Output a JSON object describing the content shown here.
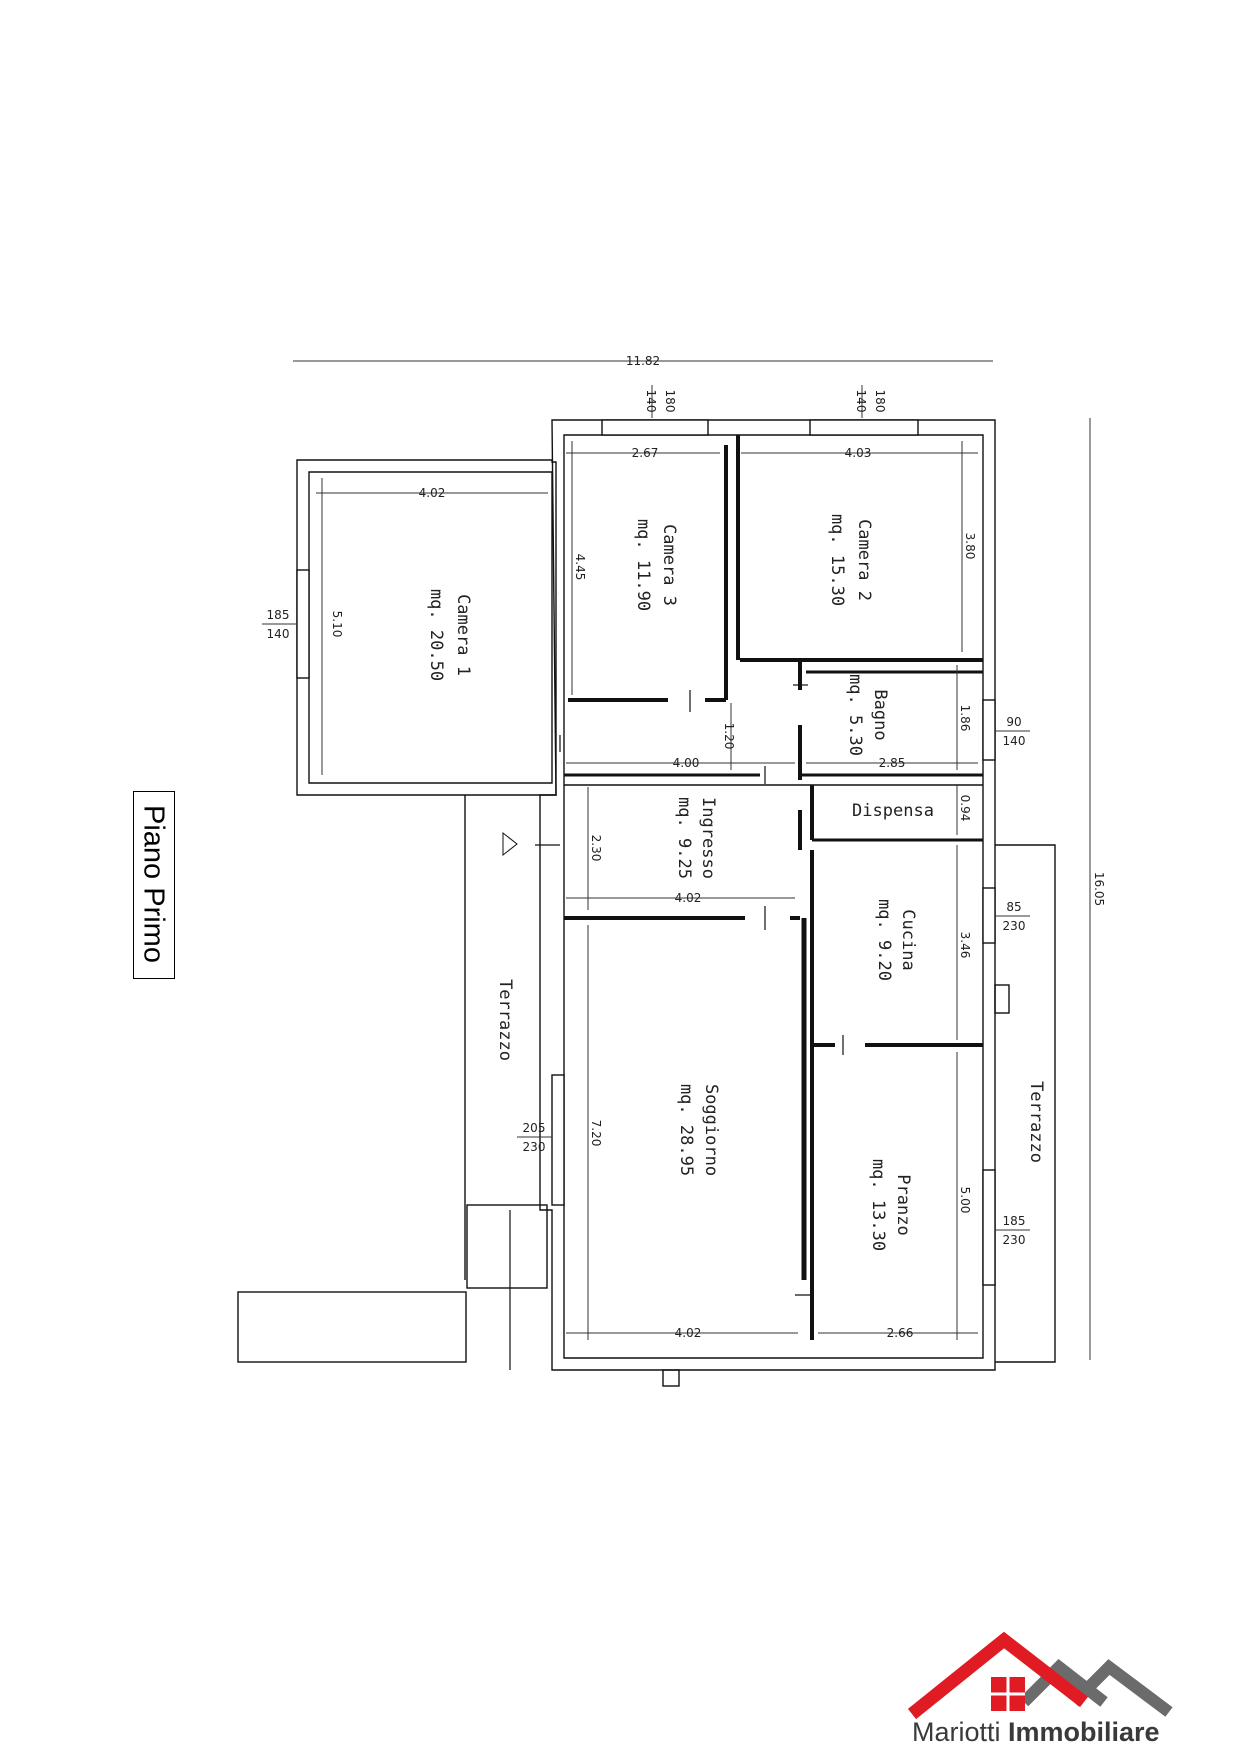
{
  "title": "Piano Primo",
  "rooms": [
    {
      "id": "camera1",
      "name": "Camera 1",
      "area": "mq. 20.50"
    },
    {
      "id": "camera3",
      "name": "Camera 3",
      "area": "mq. 11.90"
    },
    {
      "id": "camera2",
      "name": "Camera 2",
      "area": "mq. 15.30"
    },
    {
      "id": "bagno",
      "name": "Bagno",
      "area": "mq. 5.30"
    },
    {
      "id": "ingresso",
      "name": "Ingresso",
      "area": "mq. 9.25"
    },
    {
      "id": "cucina",
      "name": "Cucina",
      "area": "mq. 9.20"
    },
    {
      "id": "soggiorno",
      "name": "Soggiorno",
      "area": "mq. 28.95"
    },
    {
      "id": "pranzo",
      "name": "Pranzo",
      "area": "mq. 13.30"
    }
  ],
  "labels": {
    "dispensa": "Dispensa",
    "terrazzo_left": "Terrazzo",
    "terrazzo_right": "Terrazzo"
  },
  "dimensions": {
    "overall_width": "11.82",
    "overall_depth": "16.05",
    "camera1_width": "4.02",
    "camera1_depth": "5.10",
    "camera3_width": "2.67",
    "camera3_depth": "4.45",
    "camera2_width": "4.03",
    "camera2_depth": "3.80",
    "corridor_depth": "1.20",
    "corridor_width": "4.00",
    "bagno_width": "2.85",
    "bagno_depth": "1.86",
    "dispensa_depth": "0.94",
    "ingresso_depth": "2.30",
    "ingresso_width": "4.02",
    "cucina_depth": "3.46",
    "soggiorno_depth": "7.20",
    "soggiorno_width": "4.02",
    "pranzo_depth": "5.00",
    "pranzo_width": "2.66"
  },
  "window_labels": [
    {
      "id": "w-camera3",
      "top": "180",
      "bottom": "140"
    },
    {
      "id": "w-camera2",
      "top": "180",
      "bottom": "140"
    },
    {
      "id": "w-camera1",
      "top": "185",
      "bottom": "140"
    },
    {
      "id": "w-bagno",
      "top": "90",
      "bottom": "140"
    },
    {
      "id": "w-cucina",
      "top": "85",
      "bottom": "230"
    },
    {
      "id": "w-soggiorno",
      "top": "205",
      "bottom": "230"
    },
    {
      "id": "w-pranzo",
      "top": "185",
      "bottom": "230"
    }
  ],
  "brand": {
    "name_light": "Mariotti",
    "name_bold": "Immobiliare",
    "roof_red": "#e01b24",
    "roof_gray": "#6b6b6b"
  }
}
